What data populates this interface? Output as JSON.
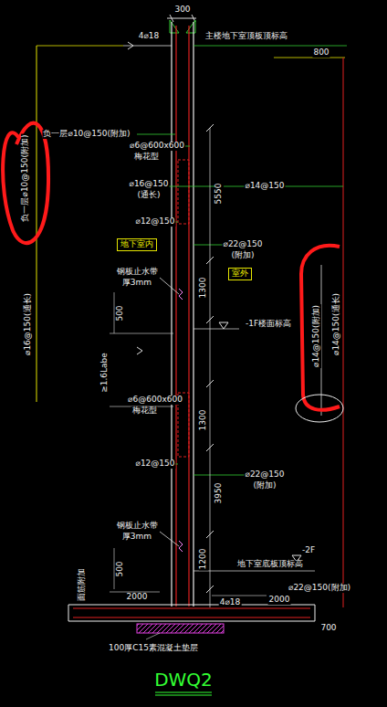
{
  "diagram": {
    "title": "DWQ2",
    "nodes": [
      {
        "text": [
          "地下室内"
        ]
      },
      {
        "text": [
          "室外"
        ]
      }
    ],
    "labels": [
      "300",
      "4⌀18",
      "主楼地下室顶板顶标高",
      "800",
      "负一层⌀10@150(附加)",
      "⌀6@600x600",
      "梅花型",
      "⌀16@150",
      "(通长)",
      "⌀12@150",
      "5550",
      "⌀14@150",
      "⌀22@150",
      "(附加)",
      "钢板止水带",
      "厚3mm",
      "1300",
      "500",
      "-1F楼面标高",
      "≥1.6Labe",
      "⌀6@600x600",
      "梅花型",
      "1300",
      "⌀12@150",
      "3950",
      "⌀22@150",
      "(附加)",
      "钢板止水带",
      "厚3mm",
      "1200",
      "500",
      "-2F",
      "地下室底板顶标高",
      "面筋附加",
      "2000",
      "2000",
      "4⌀18",
      "⌀22@150(附加)",
      "700",
      "100厚C15素混凝土垫层",
      "负一层⌀10@150(附加)",
      "⌀16@150(通长)",
      "⌀14@150(附加)",
      "⌀14@150(通长)"
    ]
  }
}
